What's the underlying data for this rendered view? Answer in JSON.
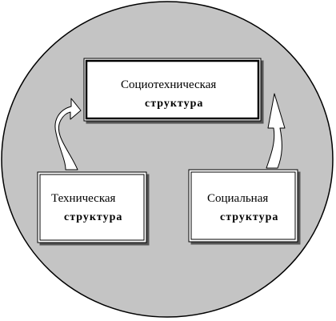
{
  "diagram": {
    "nodes": {
      "sociotechnical": {
        "line1": "Социотехническая",
        "line2": "структура"
      },
      "technical": {
        "line1": "Техническая",
        "line2": "структура"
      },
      "social": {
        "line1": "Социальная",
        "line2": "структура"
      }
    },
    "edges": [
      {
        "from": "technical",
        "to": "sociotechnical",
        "style": "curved-block-arrow"
      },
      {
        "from": "social",
        "to": "sociotechnical",
        "style": "curved-block-arrow"
      }
    ],
    "colors": {
      "circle_fill": "#c4c4c4",
      "circle_stroke": "#000000",
      "box_fill": "#ffffff",
      "arrow_fill": "#ffffff"
    }
  }
}
